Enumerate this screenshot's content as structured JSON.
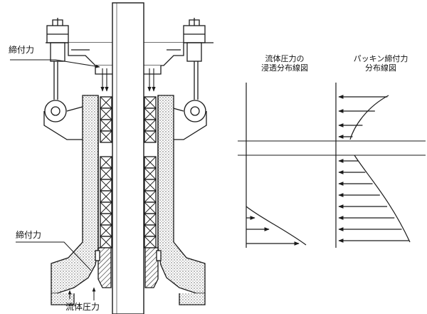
{
  "labels": {
    "tightening_force_top": "締付力",
    "tightening_force_bottom": "締付力",
    "fluid_pressure_bottom": "流体圧力",
    "fluid_dist_title_line1": "流体圧力の",
    "fluid_dist_title_line2": "浸透分布線図",
    "packing_dist_title_line1": "パッキン締付力",
    "packing_dist_title_line2": "分布線図"
  },
  "colors": {
    "ink": "#1a1a1a",
    "paper": "#ffffff",
    "hatch": "#9a9a9a"
  },
  "icons": {
    "stem": "valve-stem",
    "bolt_left": "gland-bolt-icon",
    "bolt_right": "gland-bolt-icon",
    "packing": "packing-ring-icon",
    "arrow": "force-arrow-icon"
  }
}
